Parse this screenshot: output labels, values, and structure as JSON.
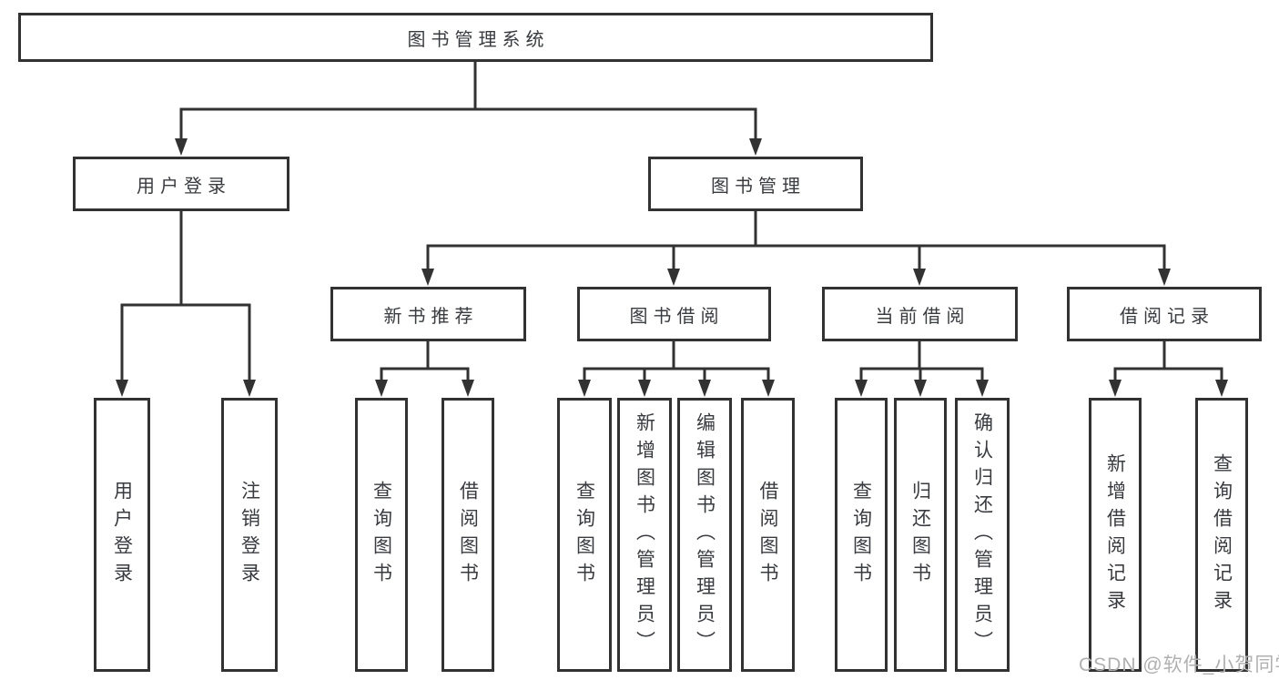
{
  "tree": {
    "label": "图书管理系统",
    "children": [
      {
        "label": "用户登录",
        "children": [
          {
            "label": "用户登录"
          },
          {
            "label": "注销登录"
          }
        ]
      },
      {
        "label": "图书管理",
        "children": [
          {
            "label": "新书推荐",
            "children": [
              {
                "label": "查询图书"
              },
              {
                "label": "借阅图书"
              }
            ]
          },
          {
            "label": "图书借阅",
            "children": [
              {
                "label": "查询图书"
              },
              {
                "label": "新增图书（管理员）"
              },
              {
                "label": "编辑图书（管理员）"
              },
              {
                "label": "借阅图书"
              }
            ]
          },
          {
            "label": "当前借阅",
            "children": [
              {
                "label": "查询图书"
              },
              {
                "label": "归还图书"
              },
              {
                "label": "确认归还（管理员）"
              }
            ]
          },
          {
            "label": "借阅记录",
            "children": [
              {
                "label": "新增借阅记录"
              },
              {
                "label": "查询借阅记录"
              }
            ]
          }
        ]
      }
    ]
  },
  "watermark": "CSDN @软件_小贺同学",
  "colors": {
    "line": "#323232",
    "text": "#393b40",
    "watermark": "#b0b0b0",
    "background": "#ffffff"
  }
}
